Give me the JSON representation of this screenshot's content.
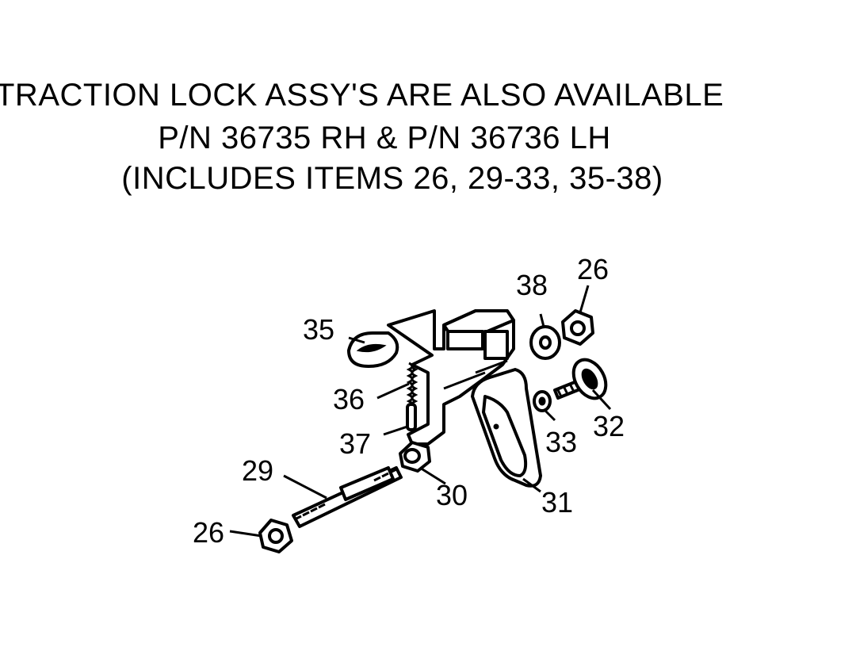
{
  "heading": {
    "line1": "TRACTION LOCK ASSY'S ARE ALSO AVAILABLE",
    "line2": "P/N 36735 RH & P/N 36736 LH",
    "line3": "(INCLUDES ITEMS 26, 29-33, 35-38)"
  },
  "callouts": {
    "item_26_top": "26",
    "item_38": "38",
    "item_35": "35",
    "item_36": "36",
    "item_37": "37",
    "item_32": "32",
    "item_33": "33",
    "item_29": "29",
    "item_30": "30",
    "item_31": "31",
    "item_26_bottom": "26"
  },
  "colors": {
    "ink": "#000000",
    "paper": "#ffffff"
  }
}
